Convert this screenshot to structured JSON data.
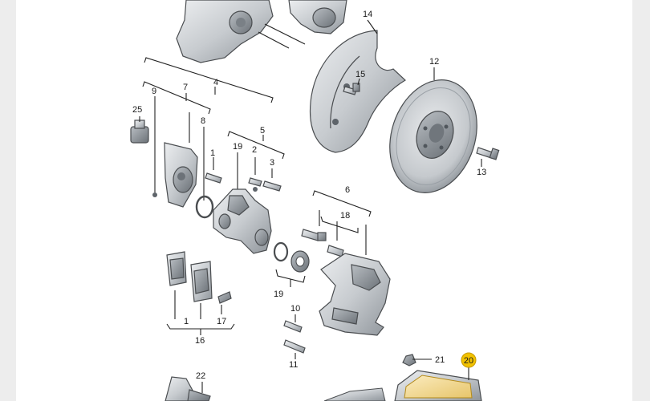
{
  "colors": {
    "side_band": "#ededed",
    "part_fill": "#cdd0d3",
    "part_dark": "#9aa0a6",
    "part_light": "#e6e8ea",
    "highlight_badge": "#f2c200",
    "highlight_part": "#f7e2a0",
    "leader": "#222222"
  },
  "callouts": {
    "n1": "1",
    "n1b": "1",
    "n2": "2",
    "n3": "3",
    "n4": "4",
    "n5": "5",
    "n6": "6",
    "n7": "7",
    "n8": "8",
    "n9": "9",
    "n10": "10",
    "n11": "11",
    "n12": "12",
    "n13": "13",
    "n14": "14",
    "n15": "15",
    "n16": "16",
    "n17": "17",
    "n18": "18",
    "n19a": "19",
    "n19b": "19",
    "n20": "20",
    "n21": "21",
    "n22": "22",
    "n25": "25"
  },
  "icons": {
    "hub": "wheel-hub-icon",
    "splash_shield": "splash-shield-icon",
    "brake_disc": "brake-disc-icon",
    "caliper": "brake-caliper-icon",
    "carrier": "brake-carrier-icon",
    "pads": "brake-pads-icon",
    "wear_sensor": "wear-sensor-icon",
    "bolt": "bolt-icon",
    "seal": "seal-ring-icon",
    "control_unit": "control-unit-icon"
  }
}
